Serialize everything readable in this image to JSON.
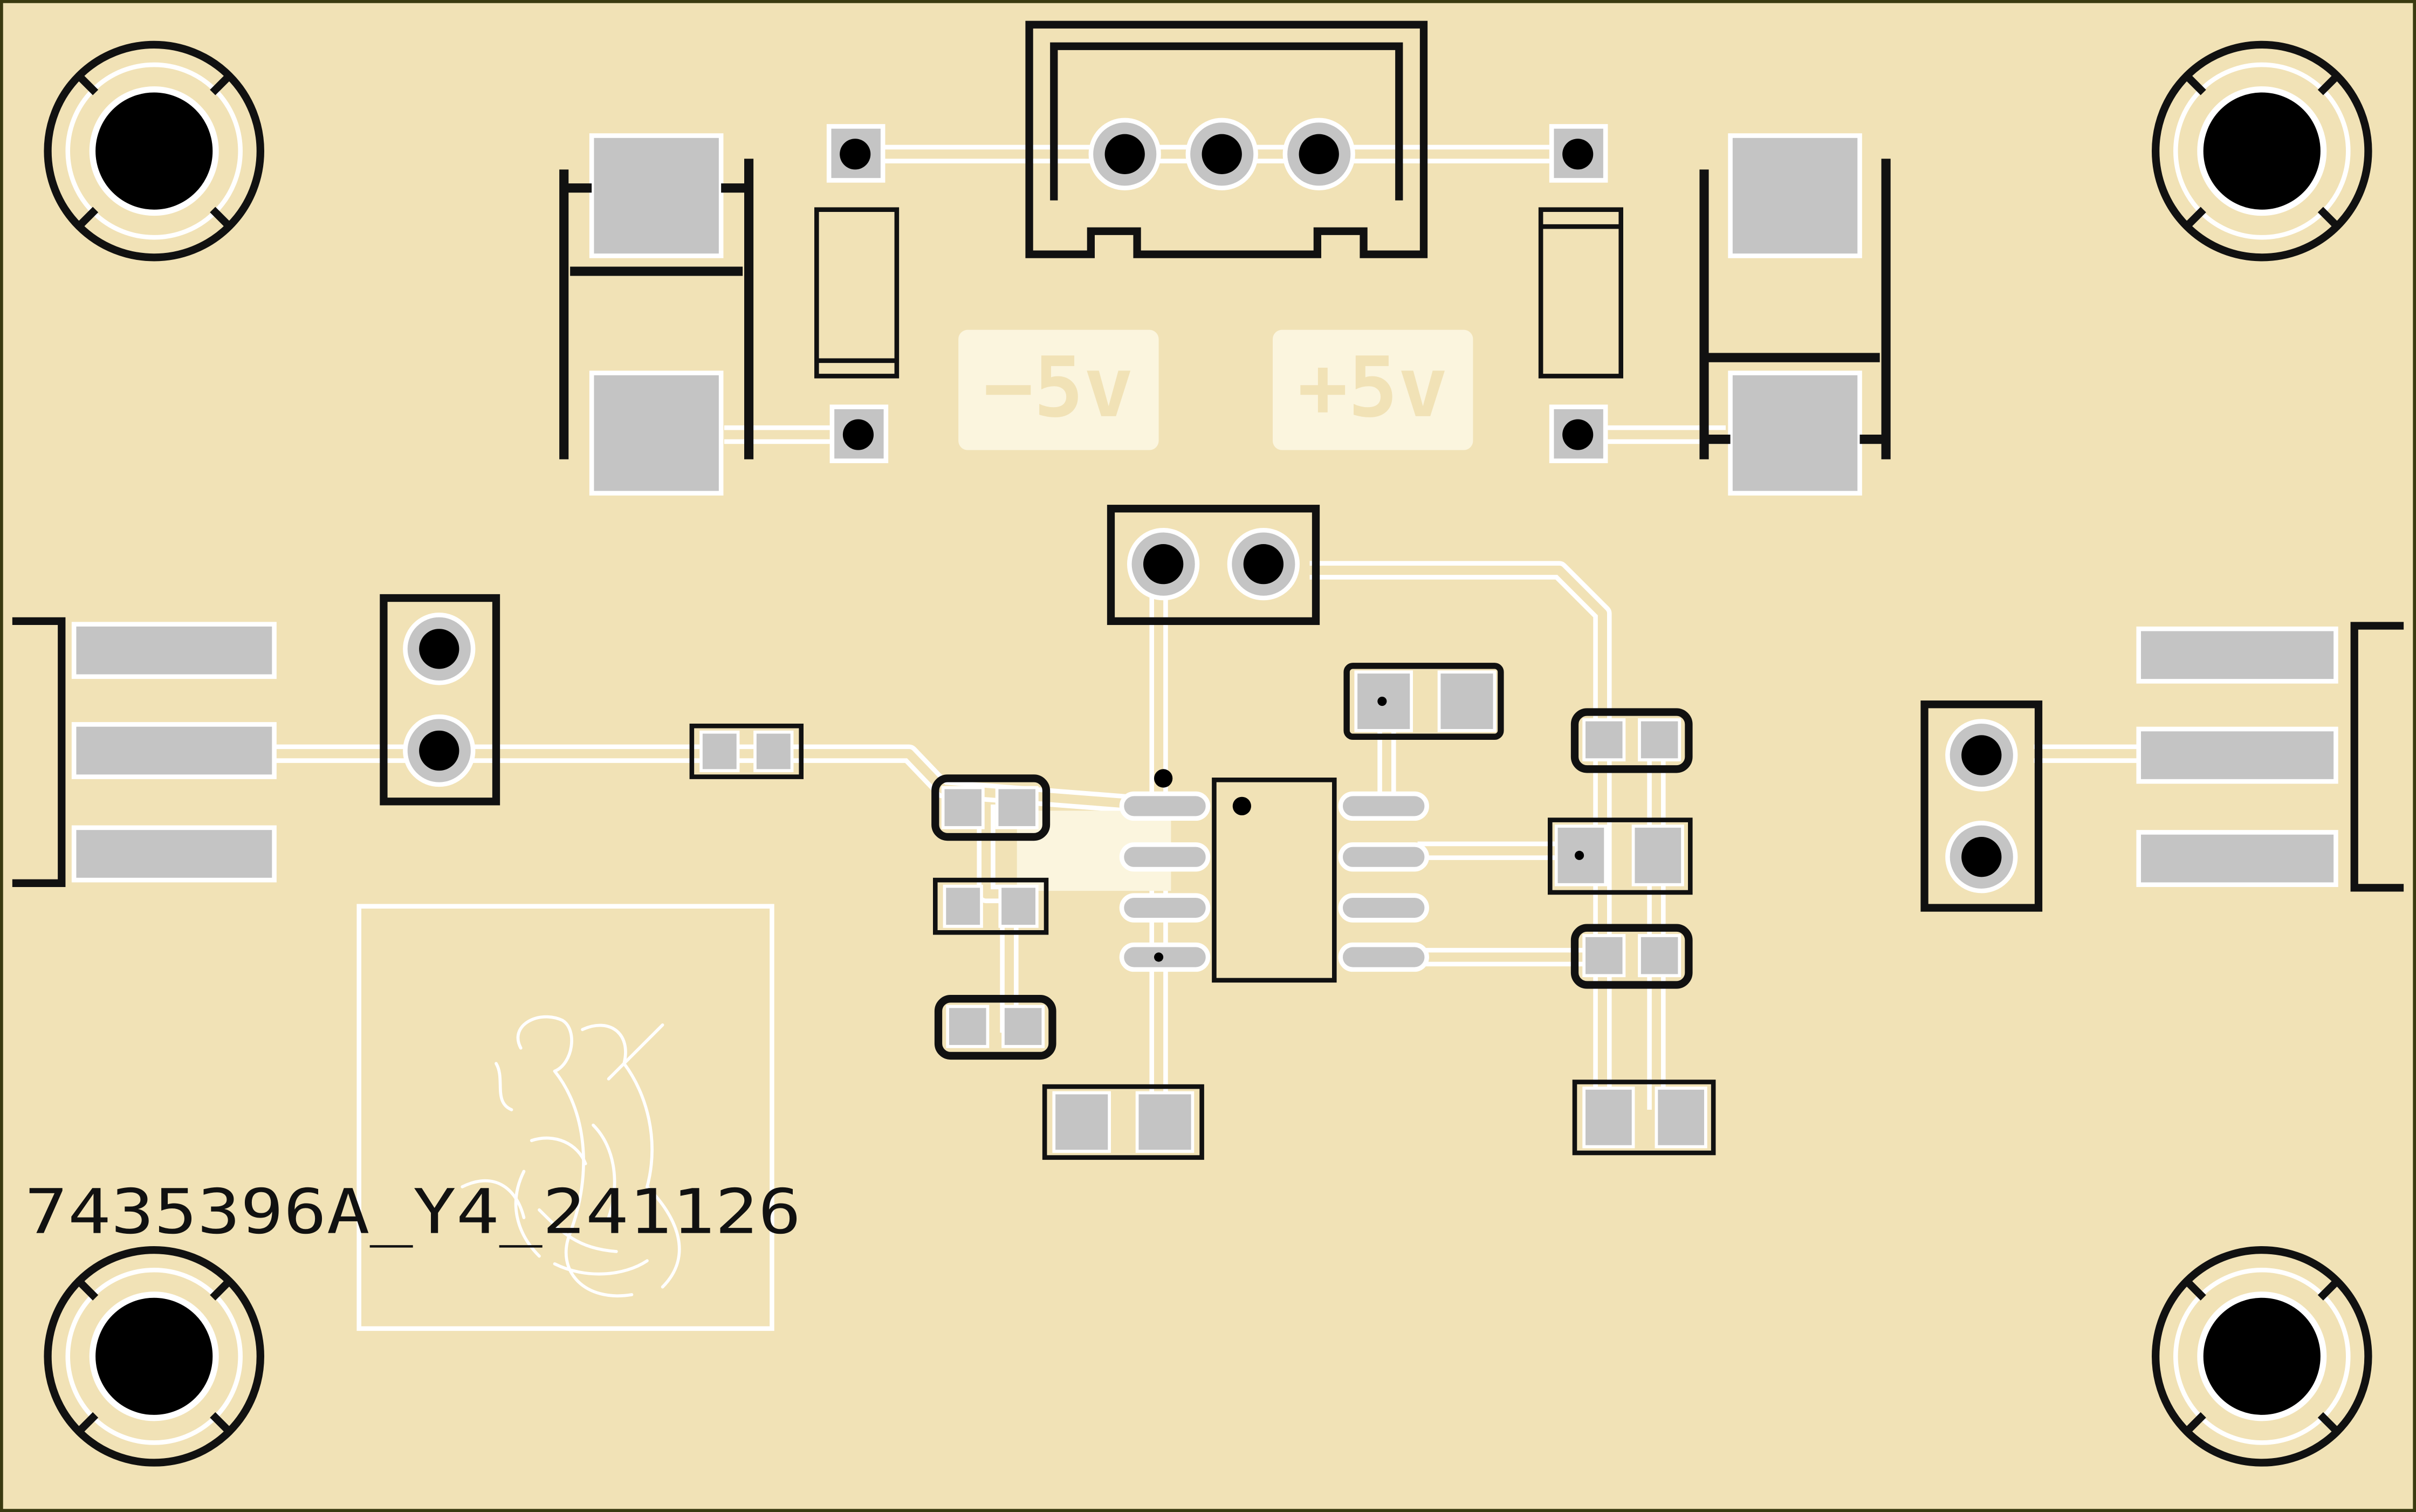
{
  "board": {
    "part_number": "7435396A_Y4_241126",
    "label_negative": "−5v",
    "label_positive": "+5v"
  },
  "colors": {
    "board": "#f1e2b6",
    "edge": "#d9cda0",
    "silkscreen": "#111111",
    "copper_outline": "#ffffff",
    "pad": "#c4c4c4",
    "label_bg": "#fbf5de",
    "label_text": "#f1e2b6"
  },
  "components": {
    "mounting_holes": 4,
    "sma_connectors": 2,
    "jumper_headers": 3,
    "power_connector_pins": 3,
    "ic_package": "SOIC-8"
  },
  "icons": {
    "artwork": "mermaid-logo-icon"
  }
}
